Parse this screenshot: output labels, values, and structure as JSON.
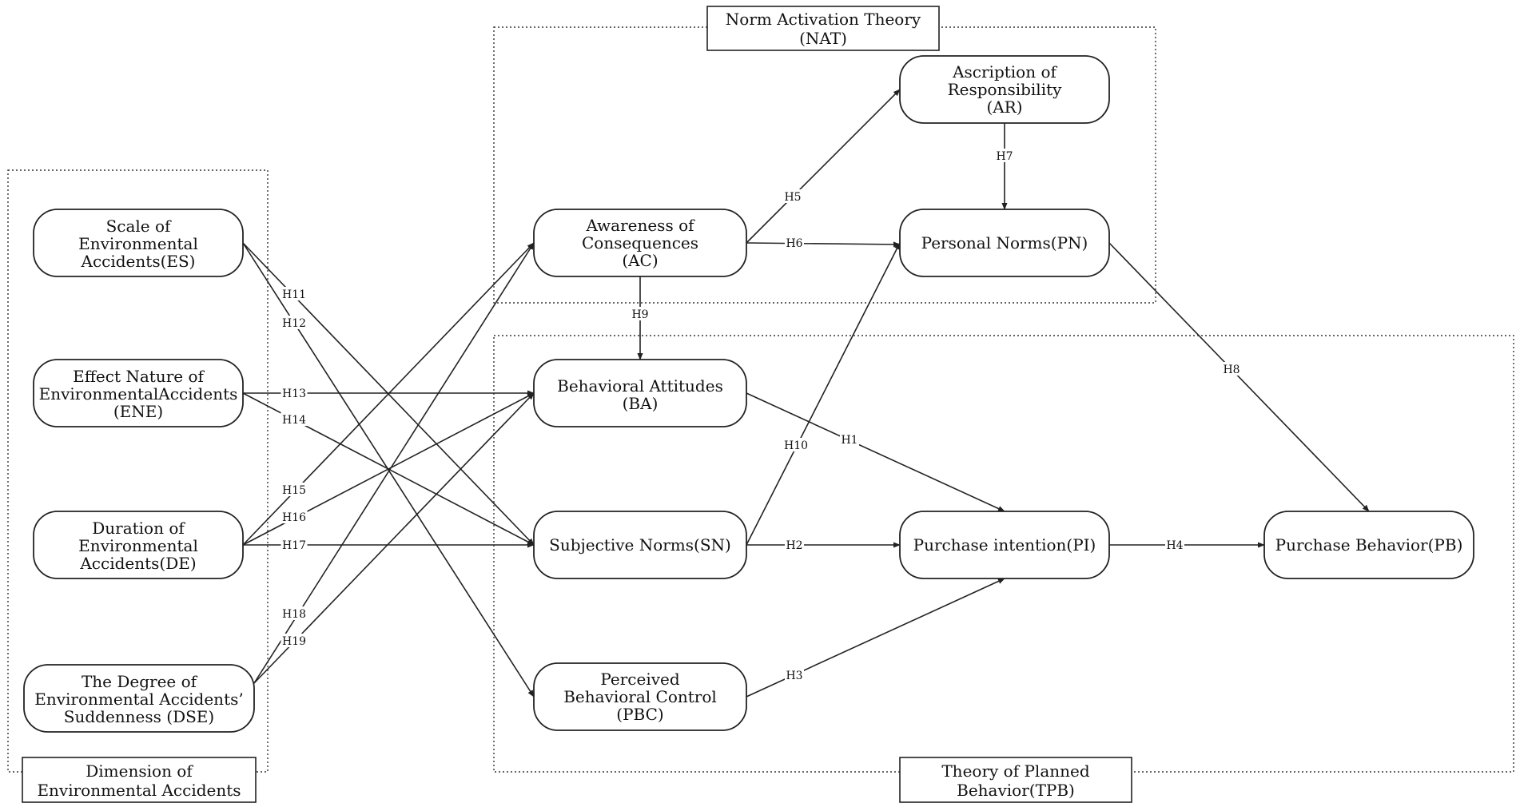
{
  "groups": {
    "nat": {
      "title_lines": [
        "Norm Activation Theory",
        "(NAT)"
      ]
    },
    "tpb": {
      "title_lines": [
        "Theory of Planned",
        "Behavior(TPB)"
      ]
    },
    "dea": {
      "title_lines": [
        "Dimension of",
        "Environmental Accidents"
      ]
    }
  },
  "nodes": {
    "ES": {
      "lines": [
        "Scale of",
        "Environmental",
        "Accidents(ES)"
      ]
    },
    "ENE": {
      "lines": [
        "Effect Nature of",
        "EnvironmentalAccidents",
        "(ENE)"
      ]
    },
    "DE": {
      "lines": [
        "Duration of",
        "Environmental",
        "Accidents(DE)"
      ]
    },
    "DSE": {
      "lines": [
        "The Degree of",
        "Environmental Accidents’",
        "Suddenness  (DSE)"
      ]
    },
    "AC": {
      "lines": [
        "Awareness of",
        "Consequences",
        "(AC)"
      ]
    },
    "BA": {
      "lines": [
        "Behavioral Attitudes",
        "(BA)"
      ]
    },
    "SN": {
      "lines": [
        "Subjective Norms(SN)"
      ]
    },
    "PBC": {
      "lines": [
        "Perceived",
        "Behavioral Control",
        "(PBC)"
      ]
    },
    "AR": {
      "lines": [
        "Ascription of",
        "Responsibility",
        "(AR)"
      ]
    },
    "PN": {
      "lines": [
        "Personal Norms(PN)"
      ]
    },
    "PI": {
      "lines": [
        "Purchase intention(PI)"
      ]
    },
    "PB": {
      "lines": [
        "Purchase Behavior(PB)"
      ]
    }
  },
  "edges": [
    {
      "id": "H1",
      "from": "BA",
      "to": "PI",
      "label": "H1"
    },
    {
      "id": "H2",
      "from": "SN",
      "to": "PI",
      "label": "H2"
    },
    {
      "id": "H3",
      "from": "PBC",
      "to": "PI",
      "label": "H3"
    },
    {
      "id": "H4",
      "from": "PI",
      "to": "PB",
      "label": "H4"
    },
    {
      "id": "H5",
      "from": "AC",
      "to": "AR",
      "label": "H5"
    },
    {
      "id": "H6",
      "from": "AC",
      "to": "PN",
      "label": "H6"
    },
    {
      "id": "H7",
      "from": "AR",
      "to": "PN",
      "label": "H7"
    },
    {
      "id": "H8",
      "from": "PN",
      "to": "PB",
      "label": "H8"
    },
    {
      "id": "H9",
      "from": "AC",
      "to": "BA",
      "label": "H9"
    },
    {
      "id": "H10",
      "from": "SN",
      "to": "PN",
      "label": "H10"
    },
    {
      "id": "H11",
      "from": "ES",
      "to": "SN",
      "label": "H11"
    },
    {
      "id": "H12",
      "from": "ES",
      "to": "PBC",
      "label": "H12"
    },
    {
      "id": "H13",
      "from": "ENE",
      "to": "BA",
      "label": "H13"
    },
    {
      "id": "H14",
      "from": "ENE",
      "to": "SN",
      "label": "H14"
    },
    {
      "id": "H15",
      "from": "DE",
      "to": "AC",
      "label": "H15"
    },
    {
      "id": "H16",
      "from": "DE",
      "to": "BA",
      "label": "H16"
    },
    {
      "id": "H17",
      "from": "DE",
      "to": "SN",
      "label": "H17"
    },
    {
      "id": "H18",
      "from": "DSE",
      "to": "AC",
      "label": "H18"
    },
    {
      "id": "H19",
      "from": "DSE",
      "to": "BA",
      "label": "H19"
    }
  ]
}
